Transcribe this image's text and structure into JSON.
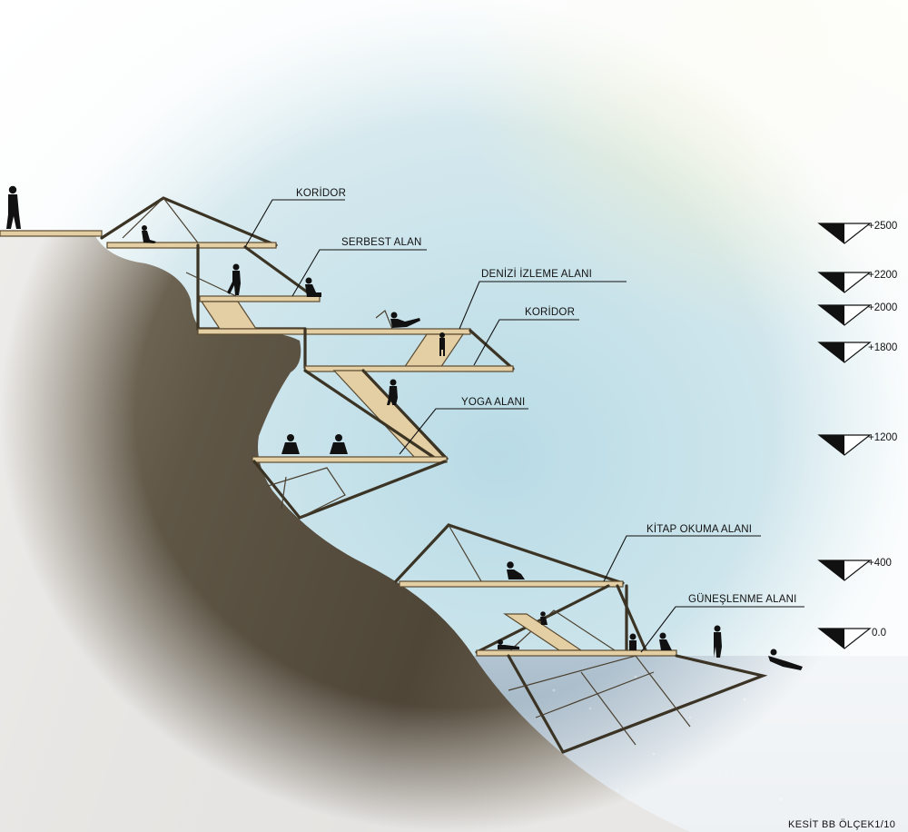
{
  "labels": {
    "koridor_top": "KORİDOR",
    "serbest_alan": "SERBEST ALAN",
    "denizi_izleme": "DENİZİ İZLEME ALANI",
    "koridor_mid": "KORİDOR",
    "yoga_alani": "YOGA ALANI",
    "kitap_okuma": "KİTAP OKUMA ALANI",
    "guneslenme": "GÜNEŞLENME ALANI"
  },
  "levels": [
    {
      "text": "+2500"
    },
    {
      "text": "+2200"
    },
    {
      "text": "+2000"
    },
    {
      "text": "+1800"
    },
    {
      "text": "+1200"
    },
    {
      "text": "+400"
    },
    {
      "text": "0.0"
    }
  ],
  "caption": "KESİT BB  ÖLÇEK1/10",
  "colors": {
    "sky": "#cfe3ea",
    "rock": "#5c5244",
    "sea": "#9fb4c4",
    "wood": "#e4cfa4",
    "steel": "#3b3324"
  }
}
